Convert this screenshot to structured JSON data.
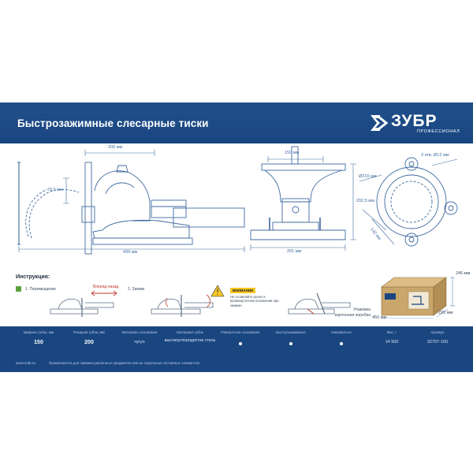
{
  "header": {
    "title": "Быстрозажимные слесарные тиски",
    "logo_text": "ЗУБР",
    "logo_sub": "ПРОФЕССИОНАЛ"
  },
  "drawings": {
    "left": {
      "width_top": "200 мм",
      "height_side": "79,5 мм",
      "length_bottom": "439 мм"
    },
    "middle": {
      "width_top": "150 мм",
      "height_right": "202,5 мм",
      "base_bottom": "201 мм"
    },
    "right": {
      "diameter": "Ø210 мм",
      "holes": "3 отв. Ø12 мм",
      "diagonal": "142 мм"
    }
  },
  "instructions": {
    "title": "Инструкция:",
    "step1": "1. Перемещение",
    "step1_arrow": "Вперед-назад",
    "step2": "2. Зажим",
    "warn_title": "ВНИМАНИЕ",
    "warn_text": "Не оставляйте рычаг в промежуточном положении при зажиме"
  },
  "package": {
    "label_line1": "Упаковка",
    "label_line2": "картонная коробка",
    "height": "245 мм",
    "length": "450 мм",
    "depth": "220 мм"
  },
  "specs": {
    "headers": [
      "Ширина губок, мм",
      "Раскрыв губок, мм",
      "Материал основания",
      "Материал губок",
      "Поворотное основание",
      "Быстрозажимные",
      "Наковальня",
      "Вес, г",
      "Артикул"
    ],
    "jaw_width": "150",
    "jaw_opening": "200",
    "base_material": "чугун",
    "jaw_material": "высокоуглеродистая сталь",
    "weight": "14 500",
    "article": "32707-150"
  },
  "footer": {
    "site": "www.zubr.ru",
    "note": "Применяются для зажима различных предметов или их отдельных составных элементов"
  },
  "colors": {
    "brand_blue": "#1a4680",
    "line_blue": "#3f6aa0",
    "warn_yellow": "#f7c624",
    "check_green": "#5aa23a"
  }
}
